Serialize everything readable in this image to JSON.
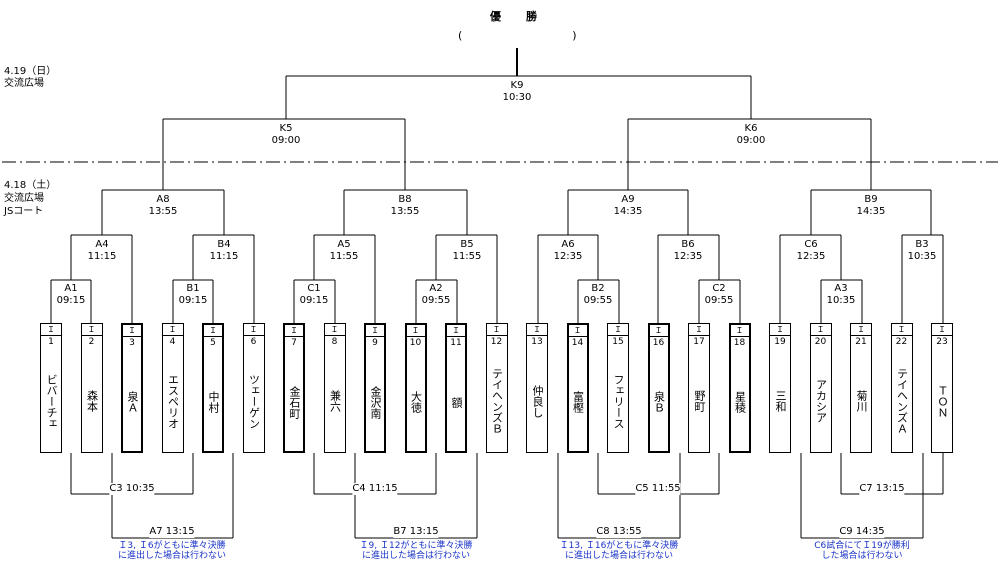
{
  "header": {
    "final_title": "優　　勝",
    "final_paren": "(　　　　　　　　　　)"
  },
  "dates": {
    "day2_date": "4.19（日）",
    "day2_venue": "交流広場",
    "day1_date": "4.18（土）",
    "day1_venue": "交流広場",
    "day1_court": "JSコート"
  },
  "teams": [
    {
      "code": "Ｉ",
      "num": "1",
      "name": "ビバーチェ"
    },
    {
      "code": "Ｉ",
      "num": "2",
      "name": "森本"
    },
    {
      "code": "Ｉ",
      "num": "3",
      "name": "泉Ａ"
    },
    {
      "code": "Ｉ",
      "num": "4",
      "name": "エスペリオ"
    },
    {
      "code": "Ｉ",
      "num": "5",
      "name": "中村"
    },
    {
      "code": "Ｉ",
      "num": "6",
      "name": "ツェーゲン"
    },
    {
      "code": "Ｉ",
      "num": "7",
      "name": "金石町"
    },
    {
      "code": "Ｉ",
      "num": "8",
      "name": "兼六"
    },
    {
      "code": "Ｉ",
      "num": "9",
      "name": "金沢南"
    },
    {
      "code": "Ｉ",
      "num": "10",
      "name": "大徳"
    },
    {
      "code": "Ｉ",
      "num": "11",
      "name": "額"
    },
    {
      "code": "Ｉ",
      "num": "12",
      "name": "テイヘンズＢ"
    },
    {
      "code": "Ｉ",
      "num": "13",
      "name": "仲良し"
    },
    {
      "code": "Ｉ",
      "num": "14",
      "name": "富樫"
    },
    {
      "code": "Ｉ",
      "num": "15",
      "name": "フェリース"
    },
    {
      "code": "Ｉ",
      "num": "16",
      "name": "泉Ｂ"
    },
    {
      "code": "Ｉ",
      "num": "17",
      "name": "野町"
    },
    {
      "code": "Ｉ",
      "num": "18",
      "name": "星稜"
    },
    {
      "code": "Ｉ",
      "num": "19",
      "name": "三和"
    },
    {
      "code": "Ｉ",
      "num": "20",
      "name": "アカシア"
    },
    {
      "code": "Ｉ",
      "num": "21",
      "name": "菊川"
    },
    {
      "code": "Ｉ",
      "num": "22",
      "name": "テイヘンズＡ"
    },
    {
      "code": "Ｉ",
      "num": "23",
      "name": "ＴＯＮ"
    }
  ],
  "matches": {
    "K9": {
      "id": "K9",
      "time": "10:30"
    },
    "K5": {
      "id": "K5",
      "time": "09:00"
    },
    "K6": {
      "id": "K6",
      "time": "09:00"
    },
    "A8": {
      "id": "A8",
      "time": "13:55"
    },
    "B8": {
      "id": "B8",
      "time": "13:55"
    },
    "A9": {
      "id": "A9",
      "time": "14:35"
    },
    "B9": {
      "id": "B9",
      "time": "14:35"
    },
    "A4": {
      "id": "A4",
      "time": "11:15"
    },
    "B4": {
      "id": "B4",
      "time": "11:15"
    },
    "A5": {
      "id": "A5",
      "time": "11:55"
    },
    "B5": {
      "id": "B5",
      "time": "11:55"
    },
    "A6": {
      "id": "A6",
      "time": "12:35"
    },
    "B6": {
      "id": "B6",
      "time": "12:35"
    },
    "C6": {
      "id": "C6",
      "time": "12:35"
    },
    "B3": {
      "id": "B3",
      "time": "10:35"
    },
    "A1": {
      "id": "A1",
      "time": "09:15"
    },
    "B1": {
      "id": "B1",
      "time": "09:15"
    },
    "C1": {
      "id": "C1",
      "time": "09:15"
    },
    "A2": {
      "id": "A2",
      "time": "09:55"
    },
    "B2": {
      "id": "B2",
      "time": "09:55"
    },
    "C2": {
      "id": "C2",
      "time": "09:55"
    },
    "A3": {
      "id": "A3",
      "time": "10:35"
    }
  },
  "third_place": {
    "C3": "C3 10:35",
    "C4": "C4 11:15",
    "C5": "C5 11:55",
    "C7": "C7 13:15",
    "A7": "A7 13:15",
    "B7": "B7 13:15",
    "C8": "C8 13:55",
    "C9": "C9 14:35"
  },
  "notes": {
    "n1_l1": "Ｉ3, Ｉ6がともに準々決勝",
    "n1_l2": "に進出した場合は行わない",
    "n2_l1": "Ｉ9, Ｉ12がともに準々決勝",
    "n2_l2": "に進出した場合は行わない",
    "n3_l1": "Ｉ13, Ｉ16がともに準々決勝",
    "n3_l2": "に進出した場合は行わない",
    "n4_l1": "C6試合にてＩ19が勝利",
    "n4_l2": "した場合は行わない"
  }
}
